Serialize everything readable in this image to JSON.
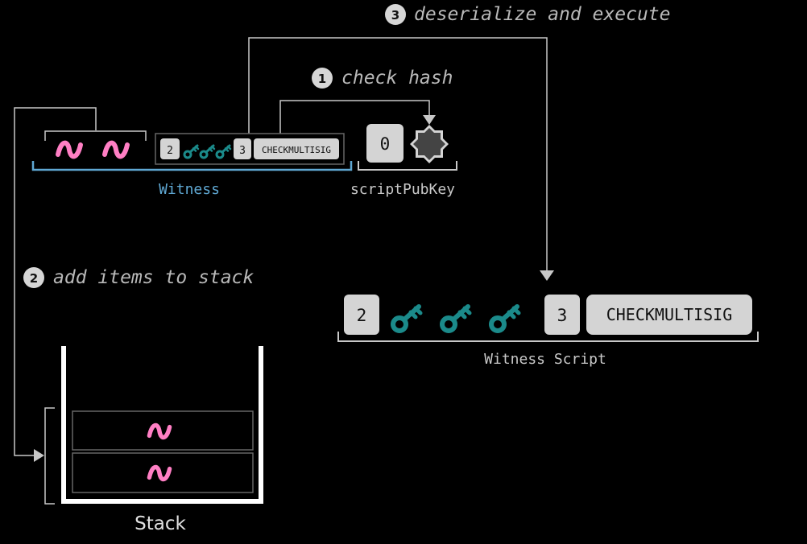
{
  "steps": [
    {
      "number": "1",
      "label": "check hash"
    },
    {
      "number": "2",
      "label": "add items to stack"
    },
    {
      "number": "3",
      "label": "deserialize and execute"
    }
  ],
  "witness": {
    "label": "Witness",
    "script_chips": {
      "m": "2",
      "n": "3",
      "op": "CHECKMULTISIG"
    }
  },
  "scriptpubkey": {
    "label": "scriptPubKey",
    "version": "0",
    "hash_icon": "hash-seal-icon"
  },
  "witness_script": {
    "label": "Witness Script",
    "chips": {
      "m": "2",
      "n": "3",
      "op": "CHECKMULTISIG"
    }
  },
  "stack": {
    "label": "Stack"
  },
  "icons": {
    "signature": "signature-tilde-icon",
    "key": "key-icon"
  },
  "colors": {
    "background": "#000000",
    "signature": "#ff7fc4",
    "key": "#1b8a8a",
    "witness_brace": "#5fa8d3",
    "chip": "#d4d4d4",
    "lines": "#c8c8c8",
    "stack_walls": "#ffffff"
  }
}
